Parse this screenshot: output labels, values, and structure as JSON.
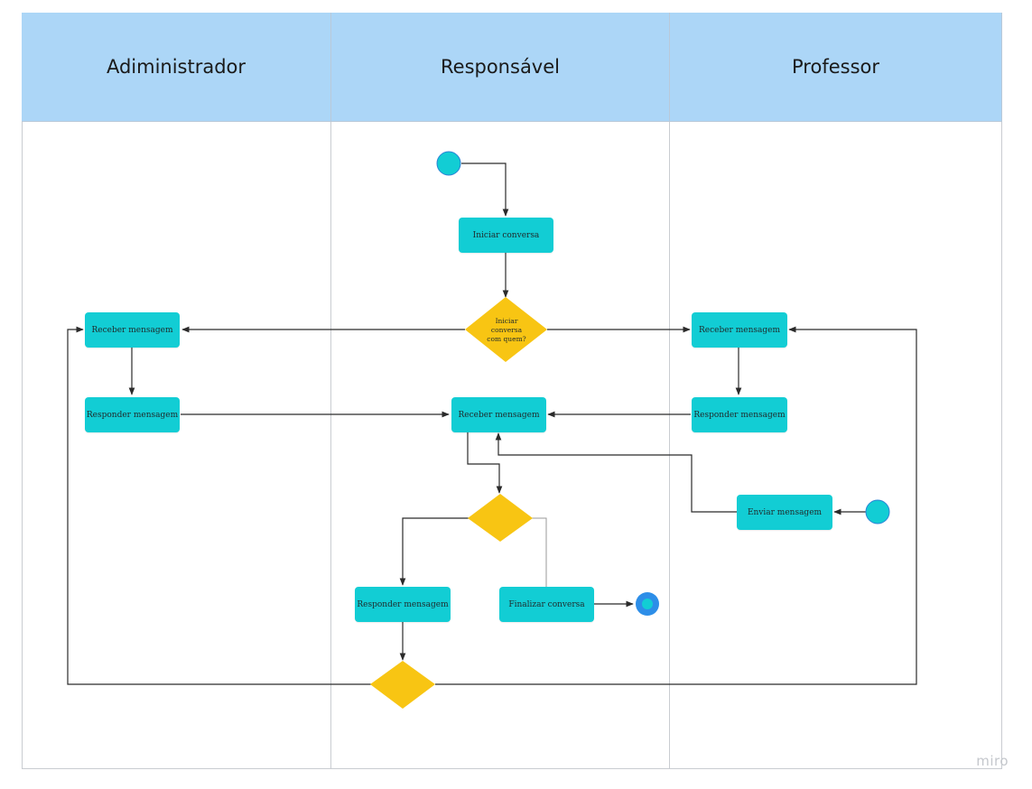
{
  "lanes": [
    {
      "title": "Adiministrador"
    },
    {
      "title": "Responsável"
    },
    {
      "title": "Professor"
    }
  ],
  "nodes": {
    "iniciar_conversa": "Iniciar conversa",
    "admin_receber": "Receber mensagem",
    "admin_responder": "Responder mensagem",
    "resp_receber": "Receber mensagem",
    "resp_responder": "Responder mensagem",
    "finalizar": "Finalizar conversa",
    "prof_receber": "Receber mensagem",
    "prof_responder": "Responder mensagem",
    "prof_enviar": "Enviar mensagem"
  },
  "decisions": {
    "iniciar_com_quem": [
      "Iniciar",
      "conversa",
      "com quem?"
    ]
  },
  "colors": {
    "header": "#acd6f7",
    "activity": "#12cdd4",
    "decision": "#f8c513",
    "start": "#12cdd4",
    "end": "#2d8ee8",
    "line": "#2b2b2b"
  },
  "watermark": "miro"
}
